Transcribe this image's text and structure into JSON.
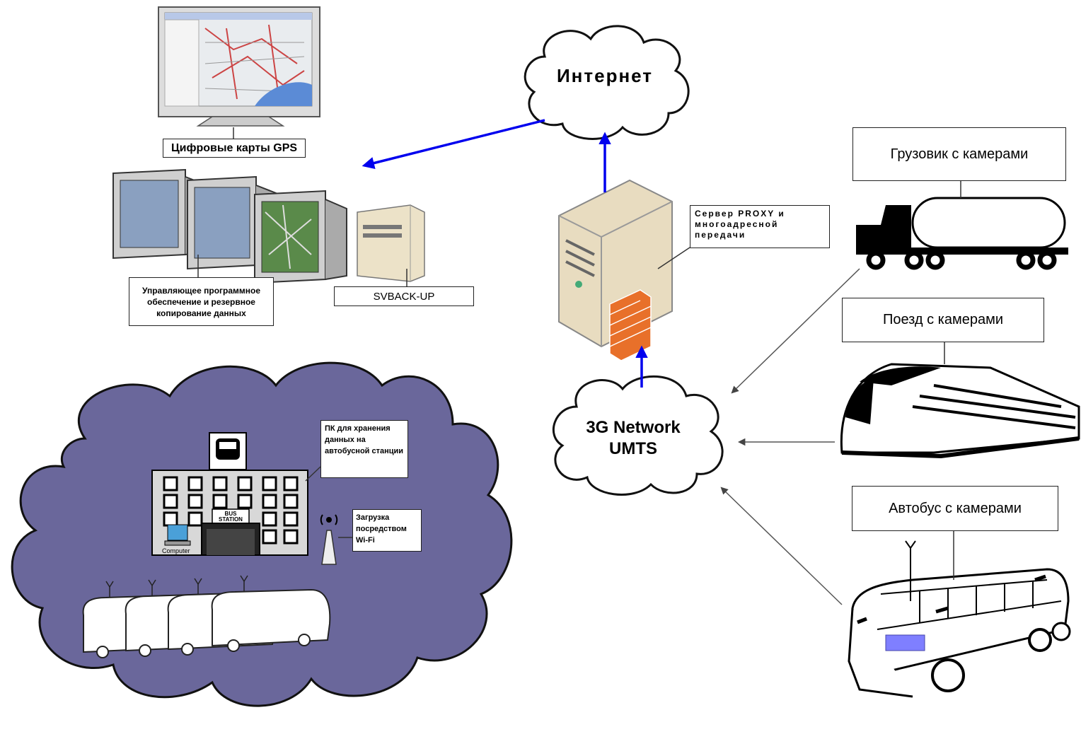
{
  "labels": {
    "gps_maps": "Цифровые карты GPS",
    "management_software": "Управляющее программное обеспечение и резервное копирование данных",
    "svback": "SVBACK-UP",
    "proxy_server": "Сервер PROXY и многоадресной передачи",
    "truck": "Грузовик с камерами",
    "train": "Поезд с камерами",
    "bus": "Автобус с камерами",
    "pc_storage": "ПК для хранения данных на автобусной станции",
    "wifi_upload": "Загрузка посредством Wi-Fi",
    "computer": "Computer",
    "bus_station_sign": "BUS STATION"
  },
  "clouds": {
    "internet": "Интернет",
    "network_line1": "3G Network",
    "network_line2": "UMTS"
  },
  "colors": {
    "arrow_blue": "#0000ee",
    "arrow_gray": "#555555",
    "cloud_purple": "#6a679b",
    "server_beige": "#e8dcc0",
    "firewall_orange": "#e8702a"
  }
}
